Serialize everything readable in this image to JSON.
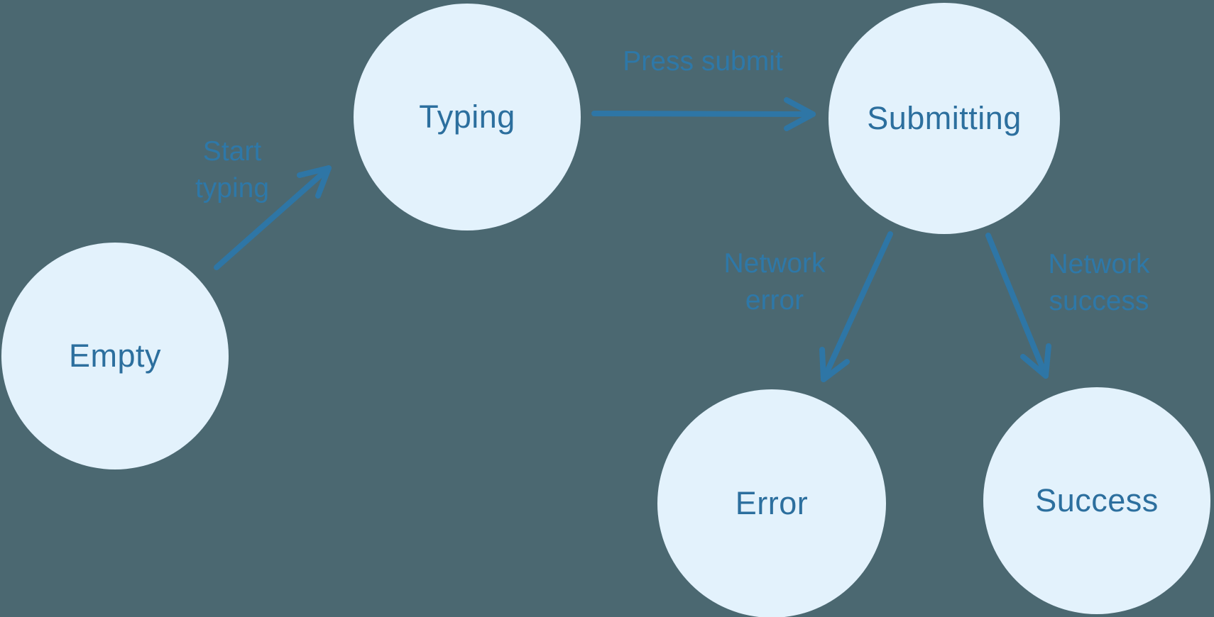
{
  "diagram": {
    "nodes": [
      {
        "id": "empty",
        "label": "Empty"
      },
      {
        "id": "typing",
        "label": "Typing"
      },
      {
        "id": "submitting",
        "label": "Submitting"
      },
      {
        "id": "error",
        "label": "Error"
      },
      {
        "id": "success",
        "label": "Success"
      }
    ],
    "edges": [
      {
        "id": "empty-to-typing",
        "from": "Empty",
        "to": "Typing",
        "label_lines": [
          "Start",
          "typing"
        ]
      },
      {
        "id": "typing-to-submitting",
        "from": "Typing",
        "to": "Submitting",
        "label_lines": [
          "Press submit"
        ]
      },
      {
        "id": "submitting-to-error",
        "from": "Submitting",
        "to": "Error",
        "label_lines": [
          "Network",
          "error"
        ]
      },
      {
        "id": "submitting-to-success",
        "from": "Submitting",
        "to": "Success",
        "label_lines": [
          "Network",
          "success"
        ]
      }
    ],
    "colors": {
      "background": "#4B6871",
      "node_fill": "#E3F2FC",
      "node_text": "#2C6F9E",
      "edge_stroke": "#2E76A6",
      "edge_label_text": "#2E78A8"
    }
  }
}
